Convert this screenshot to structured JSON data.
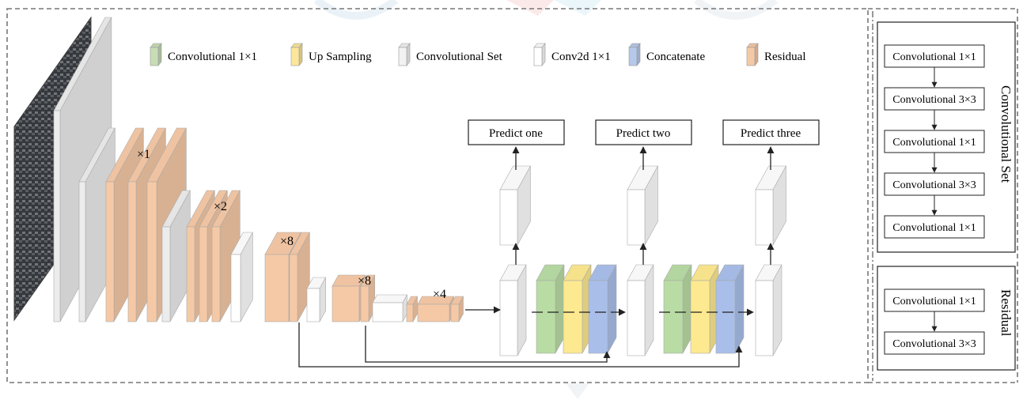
{
  "legend": [
    {
      "id": "conv1x1",
      "label": "Convolutional 1×1",
      "color": "#c7ddb5"
    },
    {
      "id": "upsample",
      "label": "Up Sampling",
      "color": "#fbe69a"
    },
    {
      "id": "convset",
      "label": "Convolutional Set",
      "color": "#f2f2f2"
    },
    {
      "id": "conv2d",
      "label": "Conv2d 1×1",
      "color": "#ffffff"
    },
    {
      "id": "concat",
      "label": "Concatenate",
      "color": "#b7c9ea"
    },
    {
      "id": "residual",
      "label": "Residual",
      "color": "#f6c9a6"
    }
  ],
  "multipliers": [
    "×1",
    "×2",
    "×8",
    "×8",
    "×4"
  ],
  "predictions": [
    "Predict one",
    "Predict two",
    "Predict three"
  ],
  "convolutional_set": {
    "title": "Convolutional Set",
    "items": [
      "Convolutional  1×1",
      "Convolutional  3×3",
      "Convolutional  1×1",
      "Convolutional  3×3",
      "Convolutional  1×1"
    ]
  },
  "residual_block": {
    "title": "Residual",
    "items": [
      "Convolutional  1×1",
      "Convolutional  3×3"
    ]
  },
  "colors": {
    "residual_face": "#f6c9a6",
    "residual_side": "#eeb184",
    "gray_face": "#ececec",
    "white_face": "#ffffff",
    "green_face": "#b9dca4",
    "yellow_face": "#fde98f",
    "blue_face": "#a9bfea",
    "line": "#222222",
    "dash": "#888888"
  }
}
